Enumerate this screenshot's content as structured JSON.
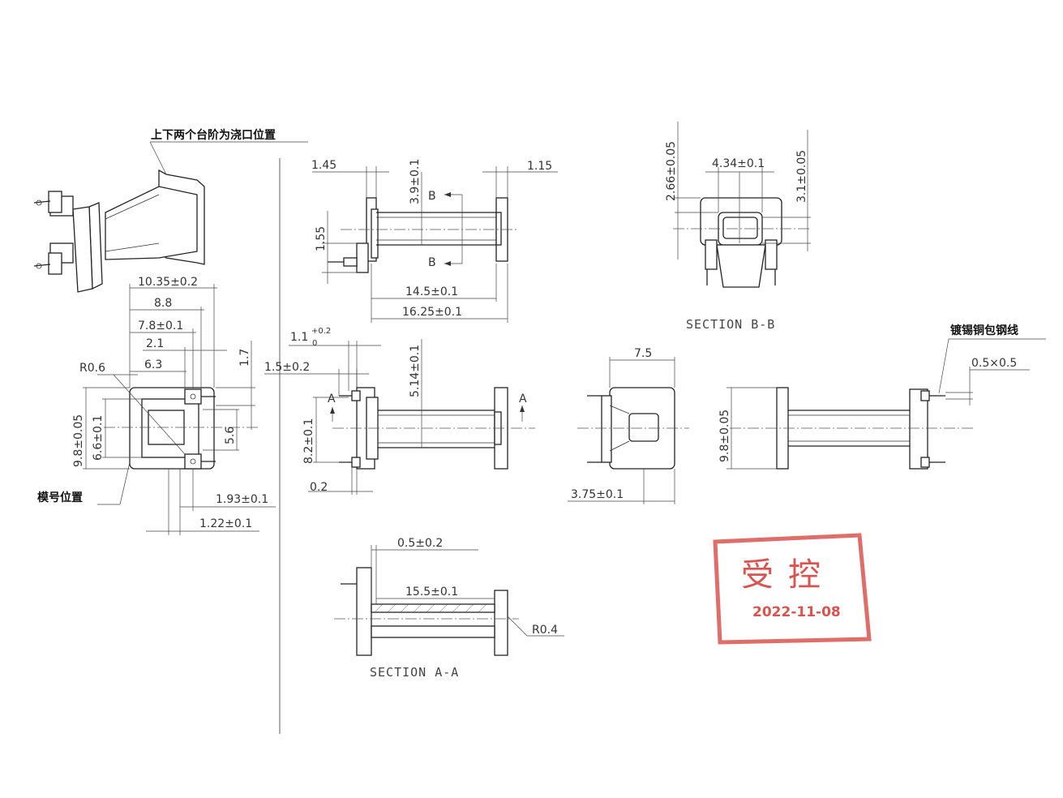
{
  "notes": {
    "gate_position": "上下两个台阶为浇口位置",
    "mold_number_position": "模号位置",
    "tin_plated_wire": "镀锡铜包钢线"
  },
  "sections": {
    "section_a": "SECTION A-A",
    "section_b": "SECTION B-B",
    "marker_a": "A",
    "marker_b": "B"
  },
  "dimensions": {
    "d_1_45": "1.45",
    "d_3_9": "3.9±0.1",
    "d_1_15": "1.15",
    "d_1_55": "1.55",
    "d_14_5": "14.5±0.1",
    "d_16_25": "16.25±0.1",
    "d_2_66": "2.66±0.05",
    "d_4_34": "4.34±0.1",
    "d_3_1": "3.1±0.05",
    "d_10_35": "10.35±0.2",
    "d_8_8": "8.8",
    "d_7_8": "7.8±0.1",
    "d_2_1": "2.1",
    "d_6_3": "6.3",
    "d_1_7": "1.7",
    "d_r0_6": "R0.6",
    "d_9_8_a": "9.8±0.05",
    "d_6_6": "6.6±0.1",
    "d_5_6": "5.6",
    "d_1_93": "1.93±0.1",
    "d_1_22": "1.22±0.1",
    "d_1_1": "1.1",
    "d_1_1_tol_upper": "+0.2",
    "d_1_1_tol_lower": "0",
    "d_1_5": "1.5±0.2",
    "d_5_14": "5.14±0.1",
    "d_8_2": "8.2±0.1",
    "d_0_2": "0.2",
    "d_7_5": "7.5",
    "d_3_75": "3.75±0.1",
    "d_9_8_b": "9.8±0.05",
    "d_0_5x0_5": "0.5×0.5",
    "d_0_5": "0.5±0.2",
    "d_15_5": "15.5±0.1",
    "d_r0_4": "R0.4"
  },
  "stamp": {
    "label": "受控",
    "date": "2022-11-08",
    "color": "#d9534f"
  }
}
